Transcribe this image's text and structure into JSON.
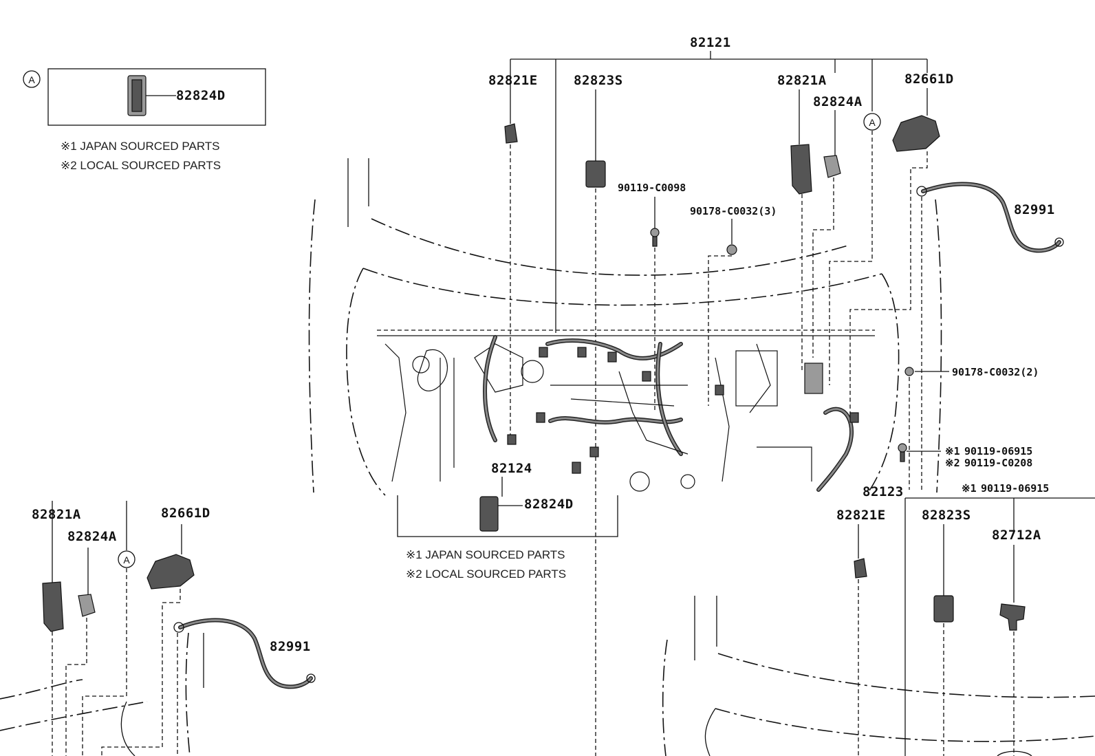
{
  "labels": {
    "harness_main": "82121",
    "connector_e": "82821E",
    "connector_s": "82823S",
    "connector_a": "82821A",
    "clamp_a": "82824A",
    "relay_block": "82661D",
    "clamp_d": "82824D",
    "ground_cable": "82991",
    "bolt_c0098": "90119-C0098",
    "nut_3": "90178-C0032(3)",
    "nut_2": "90178-C0032(2)",
    "bolt_06915": "90119-06915",
    "bolt_c0208": "90119-C0208",
    "harness_82124": "82124",
    "harness_82123": "82123",
    "sensor_82712a": "82712A"
  },
  "callout": {
    "letter": "A"
  },
  "marks": {
    "mark1": "※1",
    "mark2": "※2"
  },
  "notes": {
    "japan": "※1 JAPAN SOURCED PARTS",
    "local": "※2 LOCAL SOURCED PARTS"
  }
}
